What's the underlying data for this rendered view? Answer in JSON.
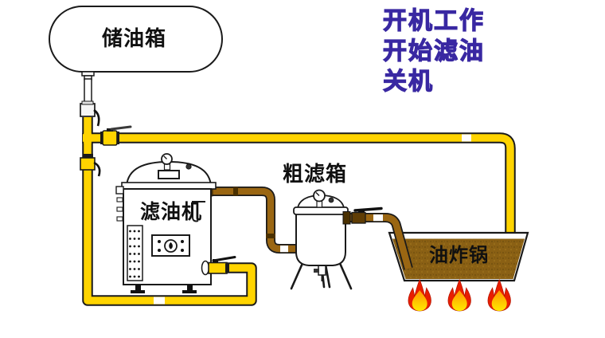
{
  "diagram_labels": {
    "storage_tank": "储油箱",
    "filter_machine": "滤油机",
    "coarse_filter_box": "粗滤箱",
    "fryer_pan": "油炸锅"
  },
  "steps": [
    "开机工作",
    "开始滤油",
    "关机"
  ],
  "colors": {
    "step_text_blue": "#3928A2",
    "pipe_yellow": "#FFD400",
    "pipe_brown": "#9A6612",
    "oil_brown": "#8A6014",
    "flame_red": "#E81E00",
    "flame_inner_yellow": "#FFEA00",
    "flame_inner_orange": "#FF9400",
    "outline_black": "#1a1a1a"
  }
}
